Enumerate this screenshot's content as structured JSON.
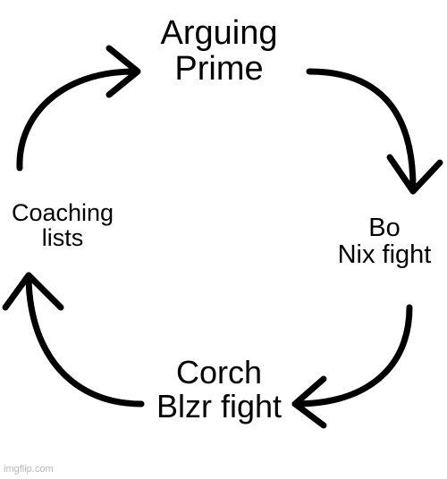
{
  "cycle": {
    "top": {
      "line1": "Arguing",
      "line2": "Prime"
    },
    "right": {
      "line1": "Bo",
      "line2": "Nix fight"
    },
    "bottom": {
      "line1": "Corch",
      "line2": "Blzr fight"
    },
    "left": {
      "line1": "Coaching",
      "line2": "lists"
    }
  },
  "watermark": "imgflip.com",
  "colors": {
    "ink": "#000000",
    "background": "#ffffff",
    "watermark": "#b9b9b9"
  }
}
